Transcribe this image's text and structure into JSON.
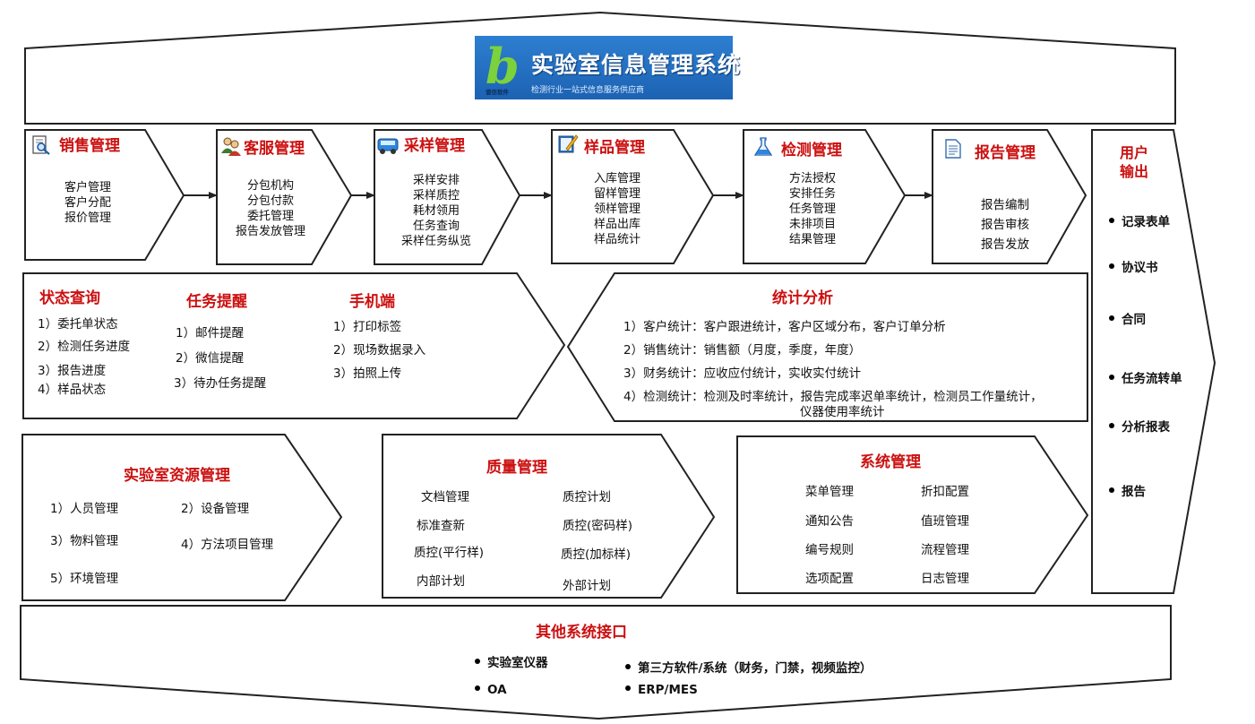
{
  "header": {
    "logo_letter": "b",
    "logo_title": "实验室信息管理系统",
    "logo_subtitle": "检测行业一站式信息服务供应商",
    "logo_brand": "谱信软件"
  },
  "modules": [
    {
      "title": "销售管理",
      "icon": "magnifier-document-icon",
      "items": [
        "客户管理",
        "客户分配",
        "报价管理"
      ]
    },
    {
      "title": "客服管理",
      "icon": "people-icon",
      "items": [
        "分包机构",
        "分包付款",
        "委托管理",
        "报告发放管理"
      ]
    },
    {
      "title": "采样管理",
      "icon": "vehicle-icon",
      "items": [
        "采样安排",
        "采样质控",
        "耗材领用",
        "任务查询",
        "采样任务纵览"
      ]
    },
    {
      "title": "样品管理",
      "icon": "pencil-note-icon",
      "items": [
        "入库管理",
        "留样管理",
        "领样管理",
        "样品出库",
        "样品统计"
      ]
    },
    {
      "title": "检测管理",
      "icon": "flask-icon",
      "items": [
        "方法授权",
        "安排任务",
        "任务管理",
        "未排项目",
        "结果管理"
      ]
    },
    {
      "title": "报告管理",
      "icon": "document-icon",
      "items": [
        "报告编制",
        "报告审核",
        "报告发放"
      ]
    }
  ],
  "user_output": {
    "title_line1": "用户",
    "title_line2": "输出",
    "items": [
      "记录表单",
      "协议书",
      "合同",
      "任务流转单",
      "分析报表",
      "报告"
    ]
  },
  "status_query": {
    "title": "状态查询",
    "items": [
      "1）委托单状态",
      "2）检测任务进度",
      "3）报告进度",
      "4）样品状态"
    ]
  },
  "task_reminder": {
    "title": "任务提醒",
    "items": [
      "1）邮件提醒",
      "2）微信提醒",
      "3）待办任务提醒"
    ]
  },
  "mobile": {
    "title": "手机端",
    "items": [
      "1）打印标签",
      "2）现场数据录入",
      "3）拍照上传"
    ]
  },
  "statistics": {
    "title": "统计分析",
    "items": [
      "1）客户统计：客户跟进统计，客户区域分布，客户订单分析",
      "2）销售统计：销售额（月度，季度，年度）",
      "3）财务统计：应收应付统计，实收实付统计",
      "4）检测统计：检测及时率统计，报告完成率迟单率统计，检测员工作量统计，"
    ],
    "continuation": "仪器使用率统计"
  },
  "lab_resources": {
    "title": "实验室资源管理",
    "items": [
      "1）人员管理",
      "2）设备管理",
      "3）物料管理",
      "4）方法项目管理",
      "5）环境管理"
    ]
  },
  "quality": {
    "title": "质量管理",
    "items": [
      "文档管理",
      "质控计划",
      "标准查新",
      "质控(密码样)",
      "质控(平行样)",
      "质控(加标样)",
      "内部计划",
      "外部计划"
    ]
  },
  "system": {
    "title": "系统管理",
    "items": [
      "菜单管理",
      "折扣配置",
      "通知公告",
      "值班管理",
      "编号规则",
      "流程管理",
      "选项配置",
      "日志管理"
    ]
  },
  "interfaces": {
    "title": "其他系统接口",
    "items": [
      "实验室仪器",
      "第三方软件/系统（财务，门禁，视频监控）",
      "OA",
      "ERP/MES"
    ]
  },
  "colors": {
    "accent_red": "#cc1010",
    "logo_blue": "#1d62b3",
    "logo_green": "#7cd23a",
    "outline": "#222222"
  }
}
